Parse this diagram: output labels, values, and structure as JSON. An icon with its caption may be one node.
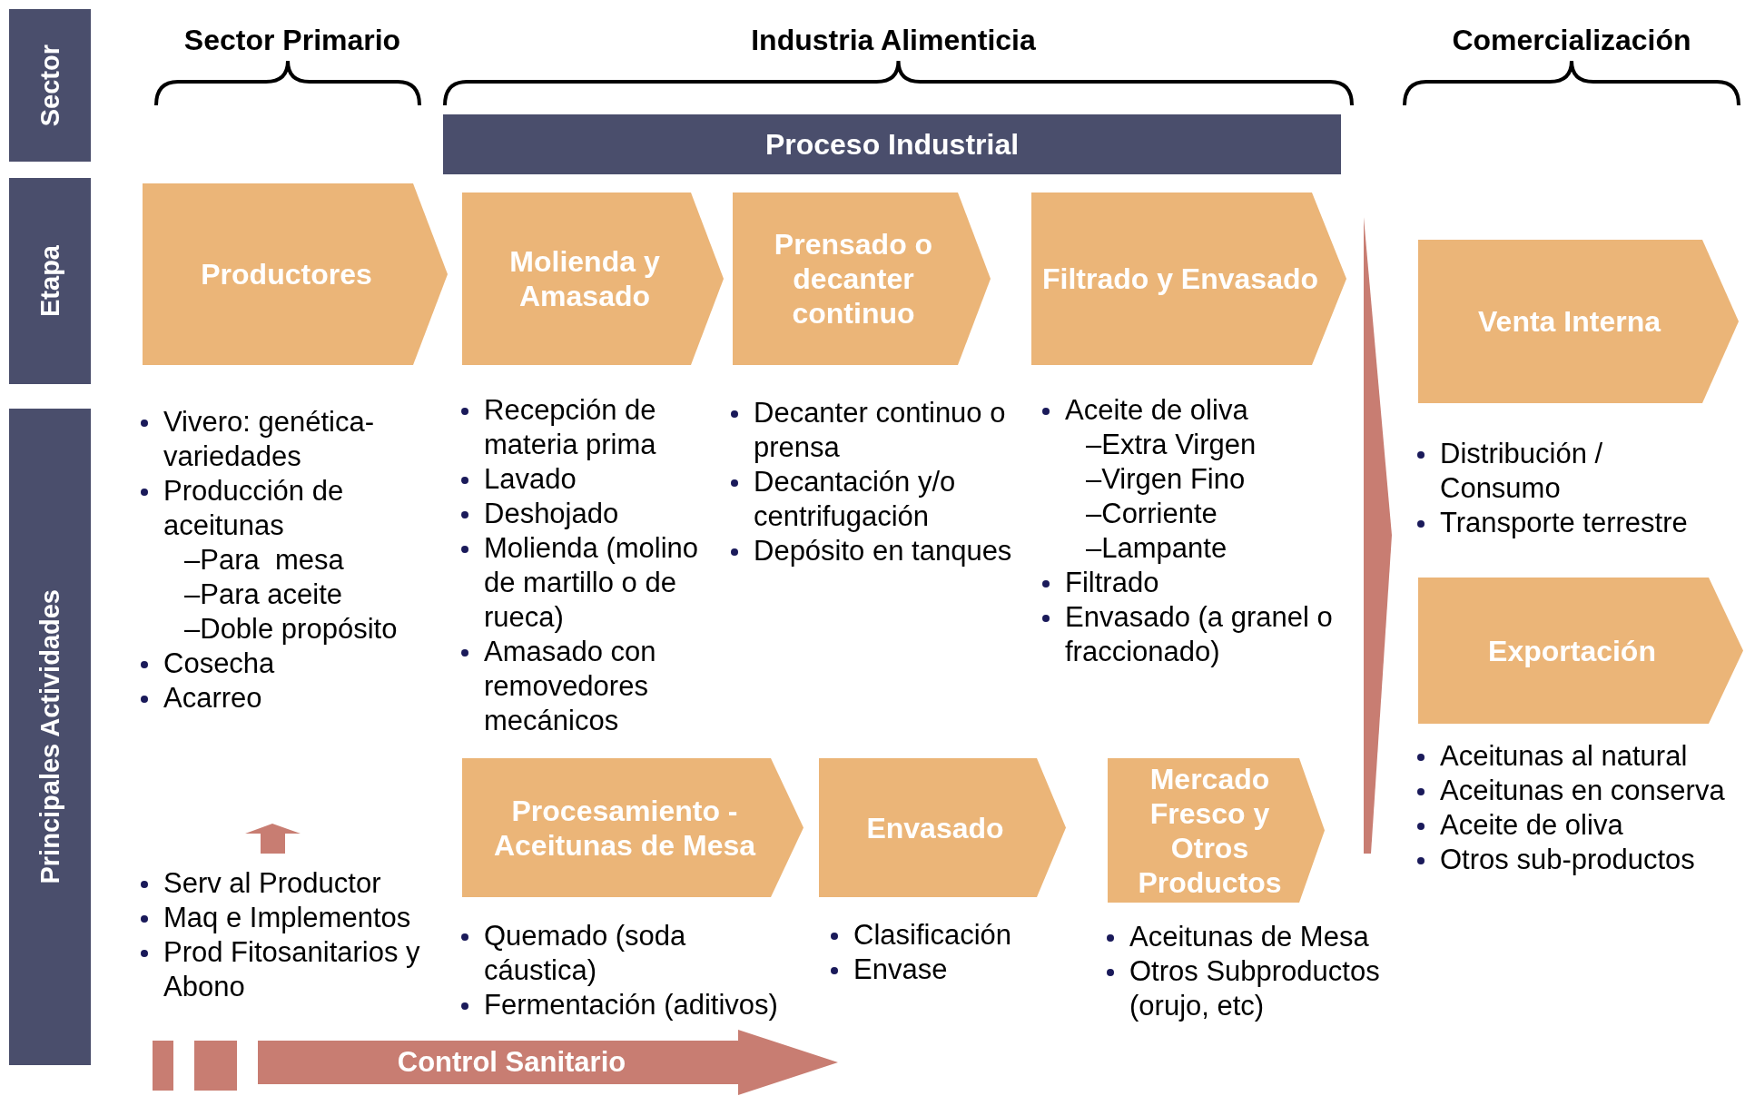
{
  "diagram": {
    "nodes": [
      {
        "text": [
          "Sector"
        ]
      },
      {
        "text": [
          "Etapa"
        ]
      },
      {
        "text": [
          "Principales Actividades"
        ]
      },
      {
        "text": [
          "Proceso Industrial"
        ]
      },
      {
        "text": [
          "Productores"
        ]
      },
      {
        "text": [
          "Molienda y Amasado"
        ]
      },
      {
        "text": [
          "Prensado o decanter continuo"
        ]
      },
      {
        "text": [
          "Filtrado y Envasado"
        ]
      },
      {
        "text": [
          "Venta Interna"
        ]
      },
      {
        "text": [
          "Exportación"
        ]
      },
      {
        "text": [
          "Procesamiento - Aceitunas de Mesa"
        ]
      },
      {
        "text": [
          "Envasado"
        ]
      },
      {
        "text": [
          "Mercado Fresco y Otros Productos"
        ]
      },
      {
        "text": [
          "Control Sanitario"
        ]
      },
      {
        "text": [],
        "shape": "triangle"
      }
    ],
    "labels": [
      "Sector Primario",
      "Industria Alimenticia",
      "Comercialización",
      "Vivero: genética-variedades",
      "Producción de aceitunas",
      "–Para  mesa",
      "–Para aceite",
      "–Doble propósito",
      "Cosecha",
      "Acarreo",
      "Recepción de materia prima",
      "Lavado",
      "Deshojado",
      "Molienda (molino de martillo o de rueca)",
      "Amasado con removedores mecánicos",
      "Decanter continuo o prensa",
      "Decantación y/o centrifugación",
      "Depósito en tanques",
      "Aceite de oliva",
      "–Extra Virgen",
      "–Virgen Fino",
      "–Corriente",
      "–Lampante",
      "Filtrado",
      "Envasado (a granel o fraccionado)",
      "Distribución / Consumo",
      "Transporte terrestre",
      "Aceitunas al natural",
      "Aceitunas en conserva",
      "Aceite de oliva",
      "Otros sub-productos",
      "Serv al Productor",
      "Maq e Implementos",
      "Prod Fitosanitarios y Abono",
      "Quemado (soda cáustica)",
      "Fermentación (aditivos)",
      "Clasificación",
      "Envase",
      "Aceitunas de Mesa",
      "Otros Subproductos (orujo, etc)"
    ]
  }
}
